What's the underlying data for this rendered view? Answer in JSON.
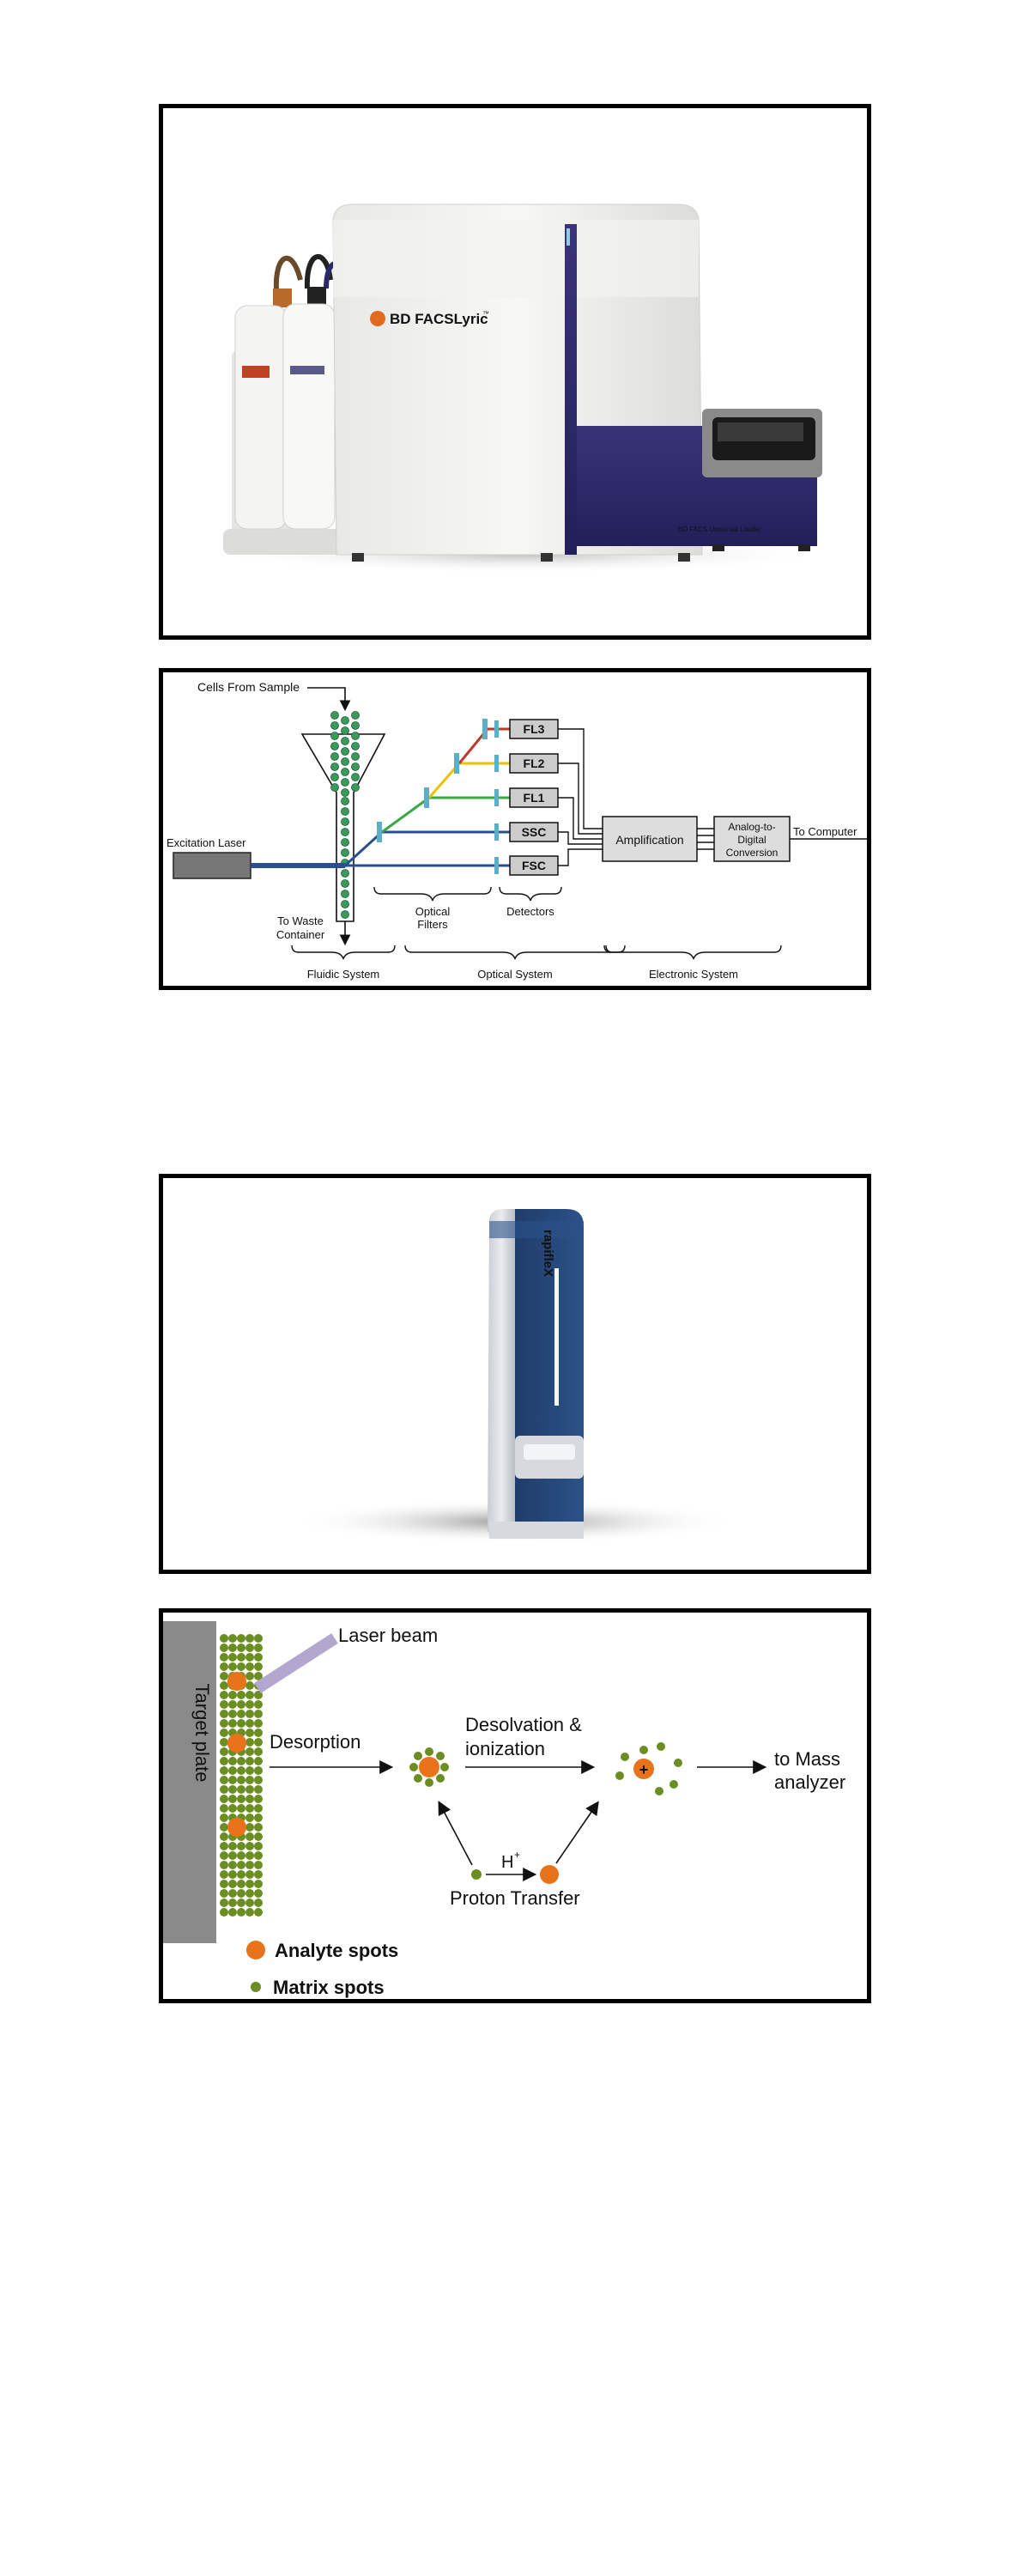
{
  "panel1": {
    "brand": "BD FACSLyric",
    "trademark": "™",
    "loader_label": "BD FACS Universal Loader"
  },
  "panel2": {
    "cells_from_sample": "Cells From Sample",
    "excitation_laser": "Excitation Laser",
    "to_waste_1": "To Waste",
    "to_waste_2": "Container",
    "optical_filters_1": "Optical",
    "optical_filters_2": "Filters",
    "detectors": "Detectors",
    "channels": [
      "FL3",
      "FL2",
      "FL1",
      "SSC",
      "FSC"
    ],
    "amplification": "Amplification",
    "adc_1": "Analog-to-",
    "adc_2": "Digital",
    "adc_3": "Conversion",
    "to_computer": "To Computer",
    "fluidic_system": "Fluidic System",
    "optical_system": "Optical System",
    "electronic_system": "Electronic System",
    "colors": {
      "laser": "#2a4f8f",
      "fl3": "#c0392b",
      "fl2": "#e6c300",
      "fl1": "#39a845",
      "filter": "#5bb0c8",
      "bead": "#3a9a5a"
    }
  },
  "panel3": {
    "brand": "rapifleX"
  },
  "panel4": {
    "target_plate": "Target plate",
    "laser_beam": "Laser beam",
    "desorption": "Desorption",
    "desolvation_1": "Desolvation &",
    "desolvation_2": "ionization",
    "to_mass_1": "to Mass",
    "to_mass_2": "analyzer",
    "h_plus": "H",
    "h_plus_sup": "+",
    "proton_transfer": "Proton Transfer",
    "analyte_spots": "Analyte spots",
    "matrix_spots": "Matrix spots",
    "colors": {
      "analyte": "#e8731a",
      "matrix": "#6b8e23",
      "plate": "#8a8a8a",
      "beam": "#b3a6cf"
    }
  }
}
